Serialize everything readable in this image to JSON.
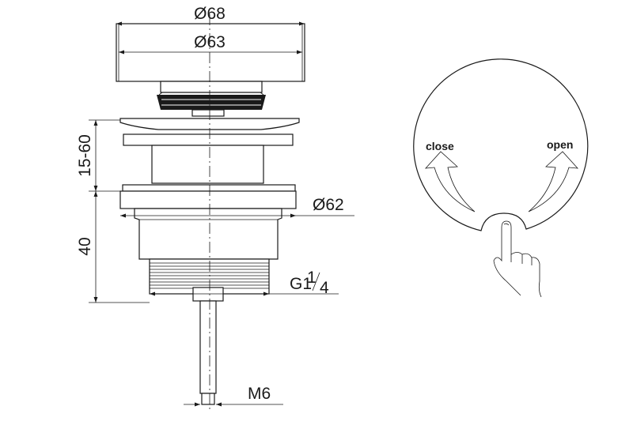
{
  "dimensions": {
    "outer_diameter": "Ø68",
    "top_diameter": "Ø63",
    "body_diameter": "Ø62",
    "height_range": "15-60",
    "height": "40",
    "thread_main": "G1",
    "thread_num": "1",
    "thread_den": "4",
    "rod_thread": "M6"
  },
  "operation": {
    "close_label": "close",
    "open_label": "open"
  }
}
